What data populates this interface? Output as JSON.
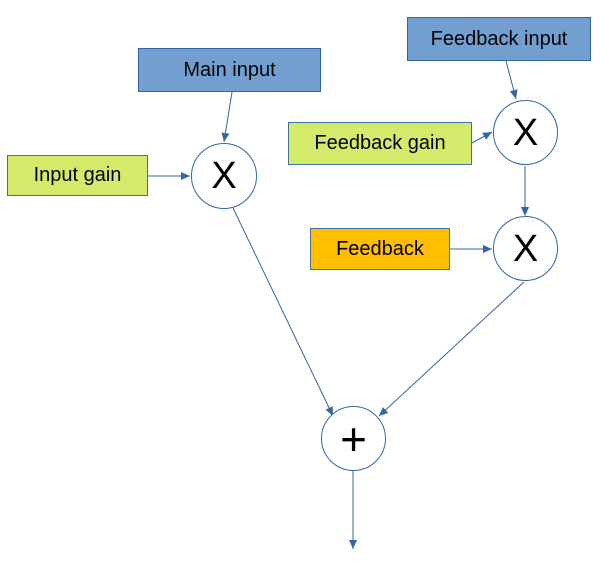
{
  "diagram": {
    "nodes": {
      "main_input": "Main input",
      "input_gain": "Input gain",
      "feedback_input": "Feedback input",
      "feedback_gain": "Feedback gain",
      "feedback": "Feedback",
      "mult_symbol": "X",
      "sum_symbol": "+"
    },
    "colors": {
      "input_box": "#729fcf",
      "gain_box": "#d4ea6b",
      "feedback_box": "#ffbf00",
      "connector": "#3465a4"
    }
  }
}
